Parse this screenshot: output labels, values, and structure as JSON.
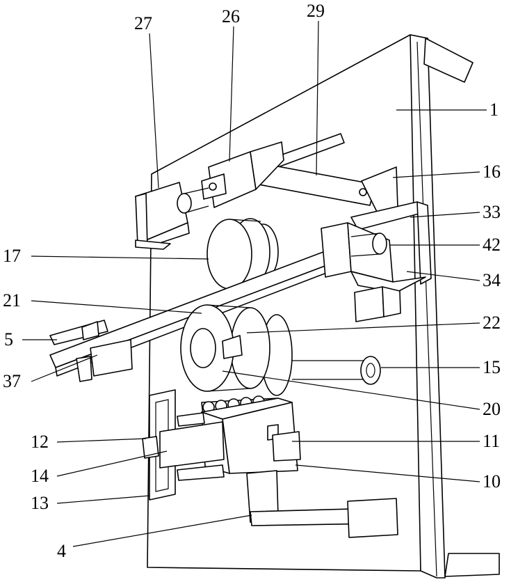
{
  "figure": {
    "labels": [
      {
        "id": "1",
        "text": "1"
      },
      {
        "id": "4",
        "text": "4"
      },
      {
        "id": "5",
        "text": "5"
      },
      {
        "id": "10",
        "text": "10"
      },
      {
        "id": "11",
        "text": "11"
      },
      {
        "id": "12",
        "text": "12"
      },
      {
        "id": "13",
        "text": "13"
      },
      {
        "id": "14",
        "text": "14"
      },
      {
        "id": "15",
        "text": "15"
      },
      {
        "id": "16",
        "text": "16"
      },
      {
        "id": "17",
        "text": "17"
      },
      {
        "id": "20",
        "text": "20"
      },
      {
        "id": "21",
        "text": "21"
      },
      {
        "id": "22",
        "text": "22"
      },
      {
        "id": "26",
        "text": "26"
      },
      {
        "id": "27",
        "text": "27"
      },
      {
        "id": "29",
        "text": "29"
      },
      {
        "id": "33",
        "text": "33"
      },
      {
        "id": "34",
        "text": "34"
      },
      {
        "id": "37",
        "text": "37"
      },
      {
        "id": "42",
        "text": "42"
      }
    ]
  }
}
